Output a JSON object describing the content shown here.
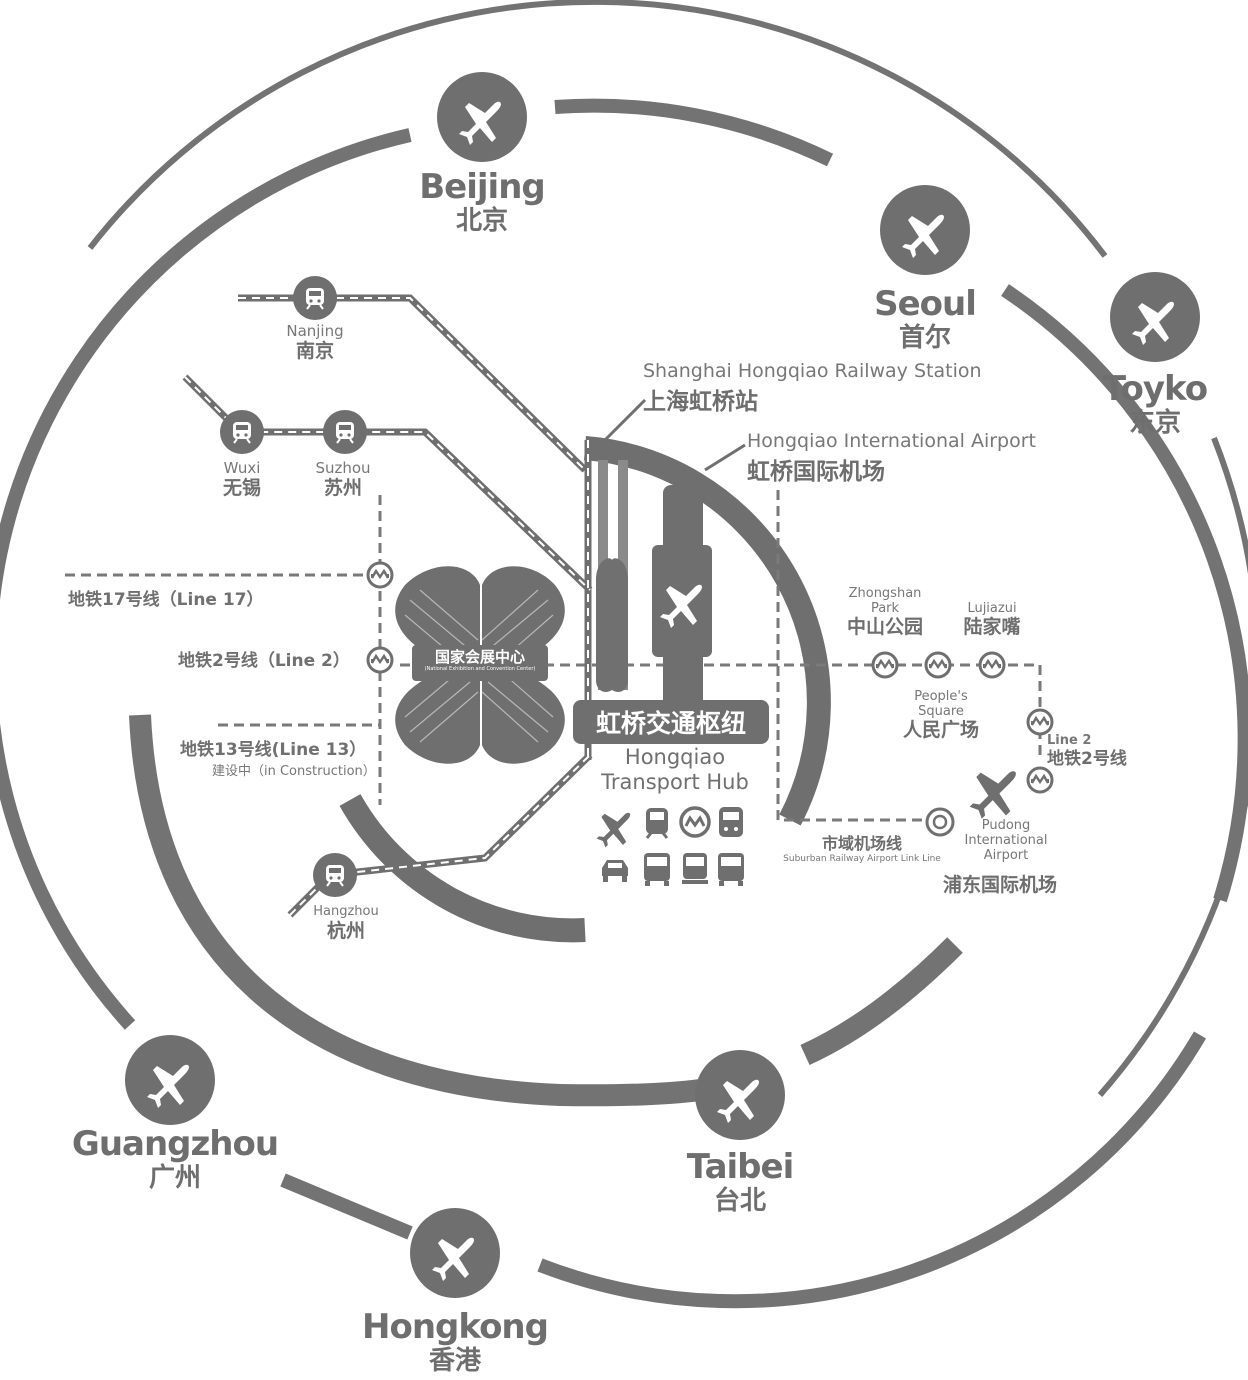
{
  "colors": {
    "main": "#6f6f6f",
    "light": "#9a9a9a",
    "white": "#ffffff"
  },
  "icons": {
    "airport": "plane-icon",
    "train": "train-icon",
    "metro": "metro-icon"
  },
  "airports": [
    {
      "id": "beijing",
      "en": "Beijing",
      "zh": "北京"
    },
    {
      "id": "seoul",
      "en": "Seoul",
      "zh": "首尔"
    },
    {
      "id": "tokyo",
      "en": "Toyko",
      "zh": "东京"
    },
    {
      "id": "guangzhou",
      "en": "Guangzhou",
      "zh": "广州"
    },
    {
      "id": "taibei",
      "en": "Taibei",
      "zh": "台北"
    },
    {
      "id": "hongkong",
      "en": "Hongkong",
      "zh": "香港"
    }
  ],
  "rail_stations": [
    {
      "id": "nanjing",
      "en": "Nanjing",
      "zh": "南京"
    },
    {
      "id": "wuxi",
      "en": "Wuxi",
      "zh": "无锡"
    },
    {
      "id": "suzhou",
      "en": "Suzhou",
      "zh": "苏州"
    },
    {
      "id": "hangzhou",
      "en": "Hangzhou",
      "zh": "杭州"
    }
  ],
  "terminals": {
    "railway": {
      "en": "Shanghai Hongqiao Railway Station",
      "zh": "上海虹桥站"
    },
    "airport": {
      "en": "Hongqiao International Airport",
      "zh": "虹桥国际机场"
    }
  },
  "metro_lines": {
    "line17": "地铁17号线（Line 17）",
    "line2": "地铁2号线（Line 2）",
    "line13": "地铁13号线(Line 13）",
    "line13_note": "建设中（in Construction）",
    "line2_east_en": "Line 2",
    "line2_east_zh": "地铁2号线"
  },
  "convention": {
    "zh": "国家会展中心",
    "en": "(National Exhibition and Convention Center)"
  },
  "hub": {
    "zh": "虹桥交通枢纽",
    "en_line1": "Hongqiao",
    "en_line2": "Transport Hub"
  },
  "metro_stations": [
    {
      "id": "zhongshan",
      "en_line1": "Zhongshan",
      "en_line2": "Park",
      "zh": "中山公园"
    },
    {
      "id": "lujiazui",
      "en": "Lujiazui",
      "zh": "陆家嘴"
    },
    {
      "id": "peoples",
      "en_line1": "People's",
      "en_line2": "Square",
      "zh": "人民广场"
    }
  ],
  "pudong": {
    "en_line1": "Pudong",
    "en_line2": "International",
    "en_line3": "Airport",
    "zh": "浦东国际机场"
  },
  "suburban": {
    "zh": "市域机场线",
    "en": "Suburban Railway Airport Link Line"
  },
  "transport_modes": [
    "plane-icon",
    "train-icon",
    "metro-icon",
    "coach-icon",
    "taxi-icon",
    "bus-icon",
    "shuttle-icon",
    "bus-icon"
  ]
}
